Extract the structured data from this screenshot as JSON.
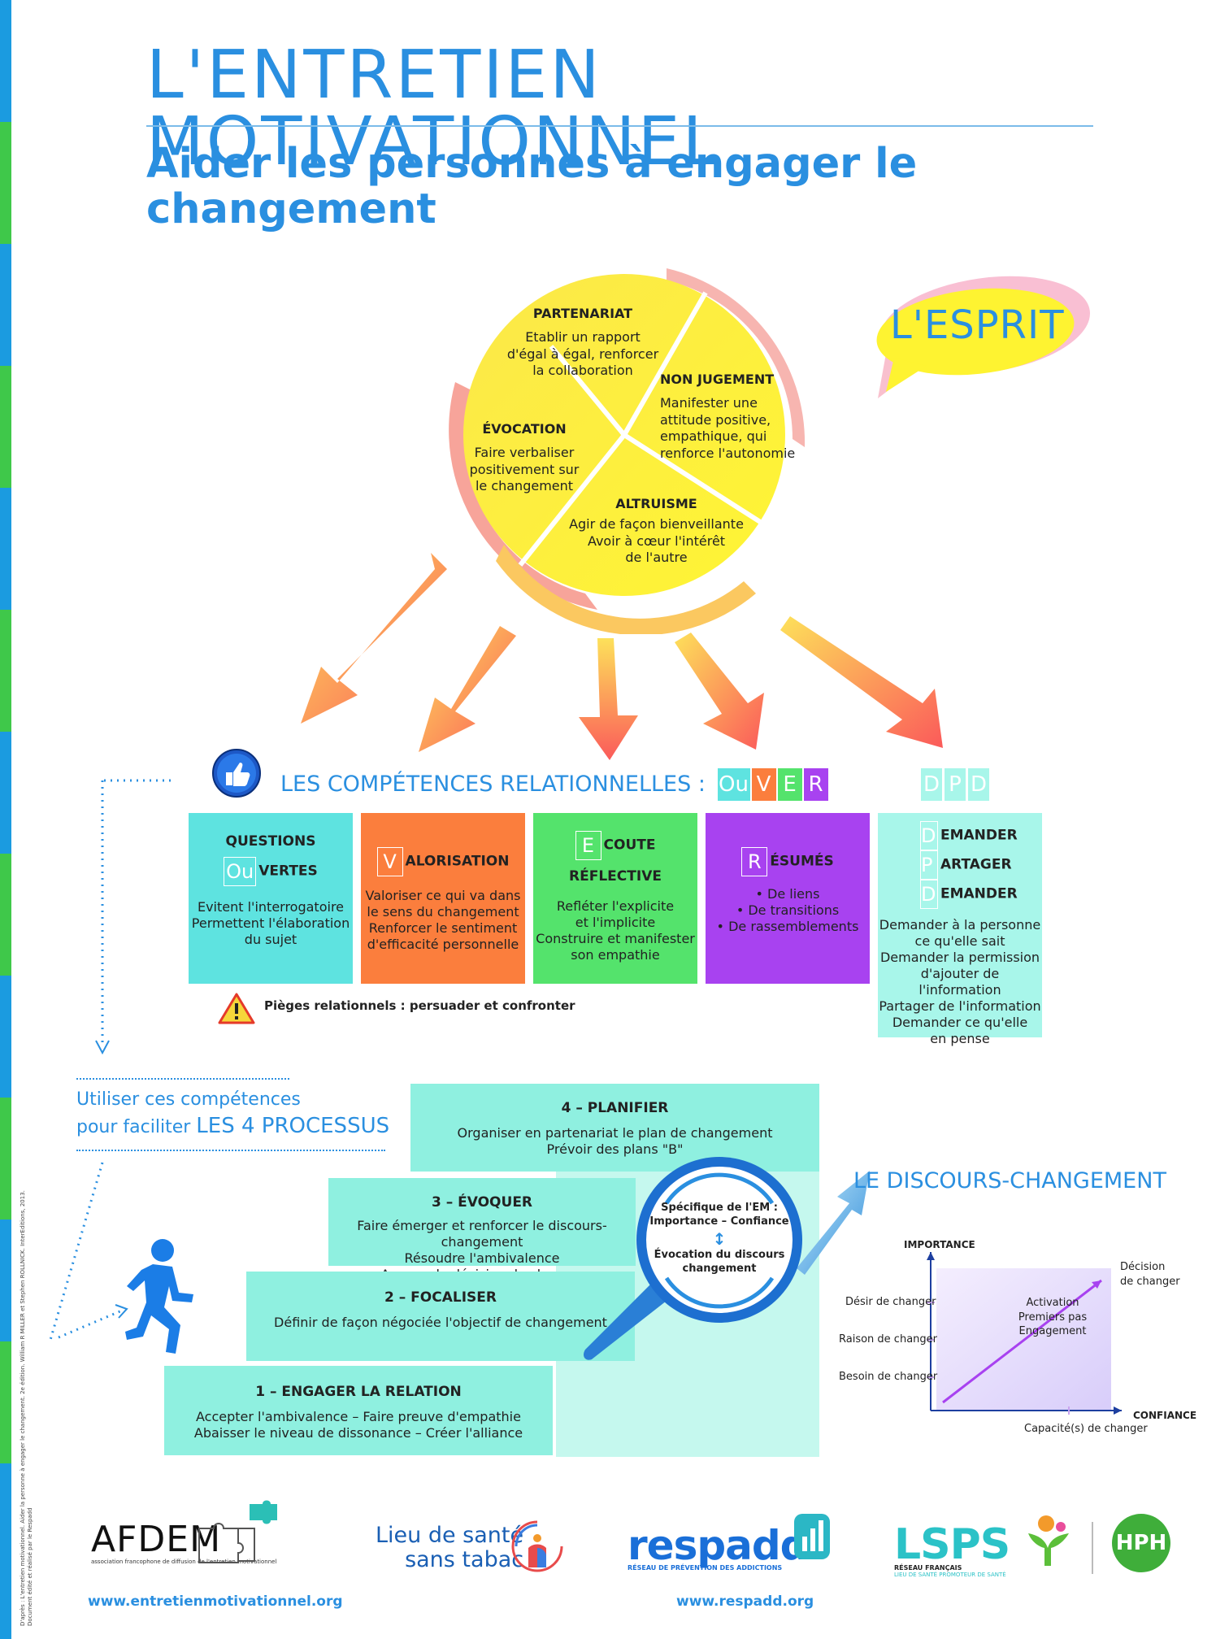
{
  "title": "L'ENTRETIEN MOTIVATIONNEL",
  "subtitle": "Aider les personnes à engager le changement",
  "esprit": {
    "label": "L'ESPRIT",
    "partenariat": {
      "heading": "PARTENARIAT",
      "text1": "Etablir un rapport",
      "text2": "d'égal à égal, renforcer",
      "text3": "la collaboration"
    },
    "non_jugement": {
      "heading": "NON JUGEMENT",
      "text1": "Manifester une",
      "text2": "attitude positive,",
      "text3": "empathique, qui",
      "text4": "renforce l'autonomie"
    },
    "evocation": {
      "heading": "ÉVOCATION",
      "text1": "Faire verbaliser",
      "text2": "positivement sur",
      "text3": "le changement"
    },
    "altruisme": {
      "heading": "ALTRUISME",
      "text1": "Agir de façon bienveillante",
      "text2": "Avoir à cœur l'intérêt",
      "text3": "de l'autre"
    }
  },
  "competences": {
    "title": "LES COMPÉTENCES RELATIONNELLES :",
    "ouver_letters": [
      "Ou",
      "V",
      "E",
      "R"
    ],
    "dpd_letters": [
      "D",
      "P",
      "D"
    ],
    "cards": {
      "questions": {
        "top": "QUESTIONS",
        "letter": "Ou",
        "rest": "VERTES",
        "lines": [
          "Evitent l'interrogatoire",
          "Permettent l'élaboration",
          "du sujet"
        ]
      },
      "valorisation": {
        "letter": "V",
        "rest": "ALORISATION",
        "lines": [
          "Valoriser ce qui va dans",
          "le sens du changement",
          "Renforcer le sentiment",
          "d'efficacité personnelle"
        ]
      },
      "ecoute": {
        "letter": "E",
        "rest": "COUTE",
        "second": "RÉFLECTIVE",
        "lines": [
          "Refléter l'explicite",
          "et l'implicite",
          "Construire et manifester",
          "son empathie"
        ]
      },
      "resumes": {
        "letter": "R",
        "rest": "ÉSUMÉS",
        "lines": [
          "• De liens",
          "• De transitions",
          "• De rassemblements"
        ]
      },
      "dpd": {
        "l1": "D",
        "r1": "EMANDER",
        "l2": "P",
        "r2": "ARTAGER",
        "l3": "D",
        "r3": "EMANDER",
        "lines": [
          "Demander à la personne",
          "ce qu'elle sait",
          "Demander la permission",
          "d'ajouter de l'information",
          "Partager de l'information",
          "Demander ce qu'elle",
          "en pense"
        ]
      }
    },
    "pieges": "Pièges relationnels : persuader et confronter"
  },
  "processus": {
    "intro1": "Utiliser ces compétences",
    "intro2": "pour faciliter",
    "intro3": "LES 4 PROCESSUS",
    "steps": {
      "s4": {
        "heading": "4 – PLANIFIER",
        "l1": "Organiser en partenariat le plan de changement",
        "l2": "Prévoir des plans \"B\""
      },
      "s3": {
        "heading": "3 – ÉVOQUER",
        "l1": "Faire émerger et renforcer le discours-changement",
        "l2": "Résoudre l'ambivalence",
        "l3": "Amener la décision de changer"
      },
      "s2": {
        "heading": "2 – FOCALISER",
        "l1": "Définir de façon négociée l'objectif de changement"
      },
      "s1": {
        "heading": "1 – ENGAGER LA RELATION",
        "l1": "Accepter l'ambivalence – Faire preuve d'empathie",
        "l2": "Abaisser le niveau de dissonance – Créer l'alliance"
      }
    },
    "loupe": {
      "l1": "Spécifique de l'EM :",
      "l2": "Importance – Confiance",
      "arrow": "↕",
      "l3": "Évocation du discours",
      "l4": "changement"
    }
  },
  "discours": {
    "title": "LE DISCOURS-CHANGEMENT",
    "y_axis": "IMPORTANCE",
    "x_axis": "CONFIANCE",
    "x_label": "Capacité(s) de changer",
    "y_ticks": [
      "Désir de changer",
      "Raison de changer",
      "Besoin de changer"
    ],
    "inside1": "Activation",
    "inside2": "Premiers pas",
    "inside3": "Engagement",
    "end1": "Décision",
    "end2": "de changer"
  },
  "footer": {
    "afdem_name": "AFDEM",
    "afdem_sub": "association francophone de diffusion de l'entretien motivationnel",
    "lieu1": "Lieu de santé",
    "lieu2": "sans tabac",
    "respadd": "respadd",
    "respadd_sub": "RÉSEAU DE PRÉVENTION DES ADDICTIONS",
    "lsps": "LSPS",
    "lsps_sub1": "RÉSEAU FRANÇAIS",
    "lsps_sub2": "LIEU DE SANTÉ PROMOTEUR DE SANTÉ",
    "hph": "HPH",
    "url1": "www.entretienmotivationnel.org",
    "url2": "www.respadd.org"
  },
  "side_credit": "D'après : L'entretien motivationnel. Aider la personne à engager le changement. 2e édition. William R MILLER et Stephen ROLLNICK. InterEditions, 2013. Document édité et réalisé par le Respadd",
  "colors": {
    "blue": "#2a8fe0",
    "cyan": "#5ee3e0",
    "orange": "#fb7e3d",
    "green": "#54e36c",
    "purple": "#a842f0",
    "mint": "#8ff0e0",
    "yellow": "#fef331"
  }
}
